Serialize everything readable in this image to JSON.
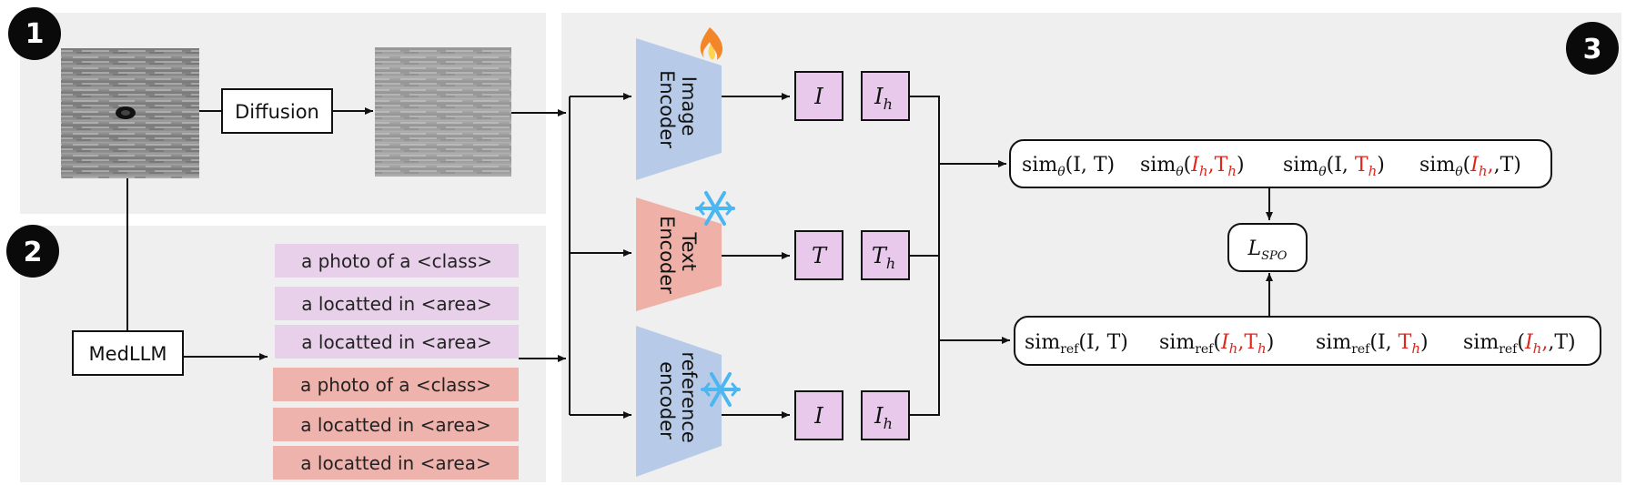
{
  "markers": [
    "1",
    "2",
    "3"
  ],
  "section1": {
    "diffusion_label": "Diffusion"
  },
  "section2": {
    "medllm_label": "MedLLM",
    "prompts_purple": [
      "a photo of a <class>",
      "a locatted in <area>",
      "a locatted in <area>"
    ],
    "prompts_red": [
      "a photo of a <class>",
      "a locatted in <area>",
      "a locatted in <area>"
    ]
  },
  "section3": {
    "image_encoder": [
      "Image",
      "Encoder"
    ],
    "text_encoder": [
      "Text",
      "Encoder"
    ],
    "reference_encoder": [
      "reference",
      "encoder"
    ],
    "image_encoder_icon": "fire-icon",
    "text_encoder_icon": "snowflake-icon",
    "reference_encoder_icon": "snowflake-icon",
    "tokens": {
      "I": "I",
      "T": "T",
      "h": "h"
    },
    "sim_theta_label": "sim",
    "sim_theta_sub": "θ",
    "sim_ref_label": "sim",
    "sim_ref_sub": "ref",
    "args": {
      "IT": "(I, T)",
      "I": "I",
      "T": "T",
      "comma": ",",
      "lparen": "(",
      "rparen": ")",
      "I_comma": "(I, ",
      "comma_T": ",T)"
    },
    "loss_label": "L",
    "loss_sub": "SPO"
  },
  "colors": {
    "panel_bg": "#efefef",
    "purple_box": "#e8d0ea",
    "red_box": "#efb3ad",
    "token_box": "#e8c9ec",
    "encoder_blue": "#b7cbe8",
    "encoder_red": "#efb0a7",
    "highlight_red": "#e0261c",
    "snowflake": "#4cb6f0",
    "fire": "#f4862a"
  }
}
